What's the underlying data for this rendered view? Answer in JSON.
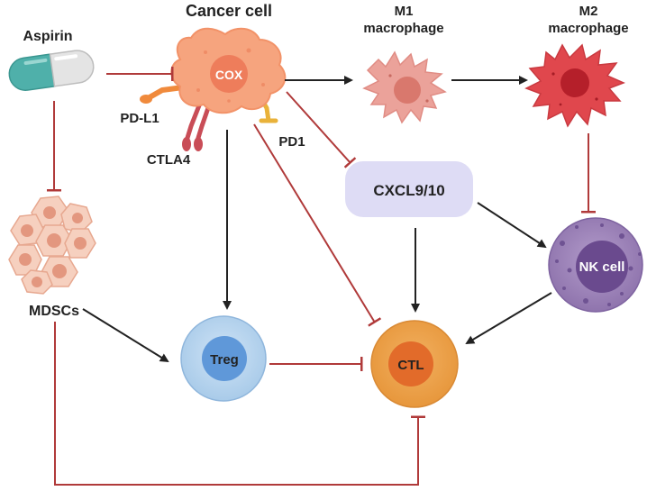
{
  "labels": {
    "aspirin": "Aspirin",
    "cancer_cell": "Cancer cell",
    "cox": "COX",
    "m1_line1": "M1",
    "m1_line2": "macrophage",
    "m2_line1": "M2",
    "m2_line2": "macrophage",
    "pdl1": "PD-L1",
    "ctla4": "CTLA4",
    "pd1": "PD1",
    "cxcl": "CXCL9/10",
    "nk": "NK cell",
    "mdscs": "MDSCs",
    "treg": "Treg",
    "ctl": "CTL"
  },
  "colors": {
    "activation_arrow": "#222222",
    "inhibition_line": "#b03a3a",
    "cancer_cell": "#f6a47e",
    "cox_nucleus": "#ee7d5b",
    "m1_cell": "#eba29a",
    "m2_cell": "#e0474d",
    "cxcl_box": "#dedcf5",
    "nk_cell": "#9d82b8",
    "treg_cell": "#b8d4ee",
    "ctl_cell": "#eca24b",
    "mdsc_cell": "#f6d0bf",
    "pill_teal": "#4fb0aa"
  }
}
